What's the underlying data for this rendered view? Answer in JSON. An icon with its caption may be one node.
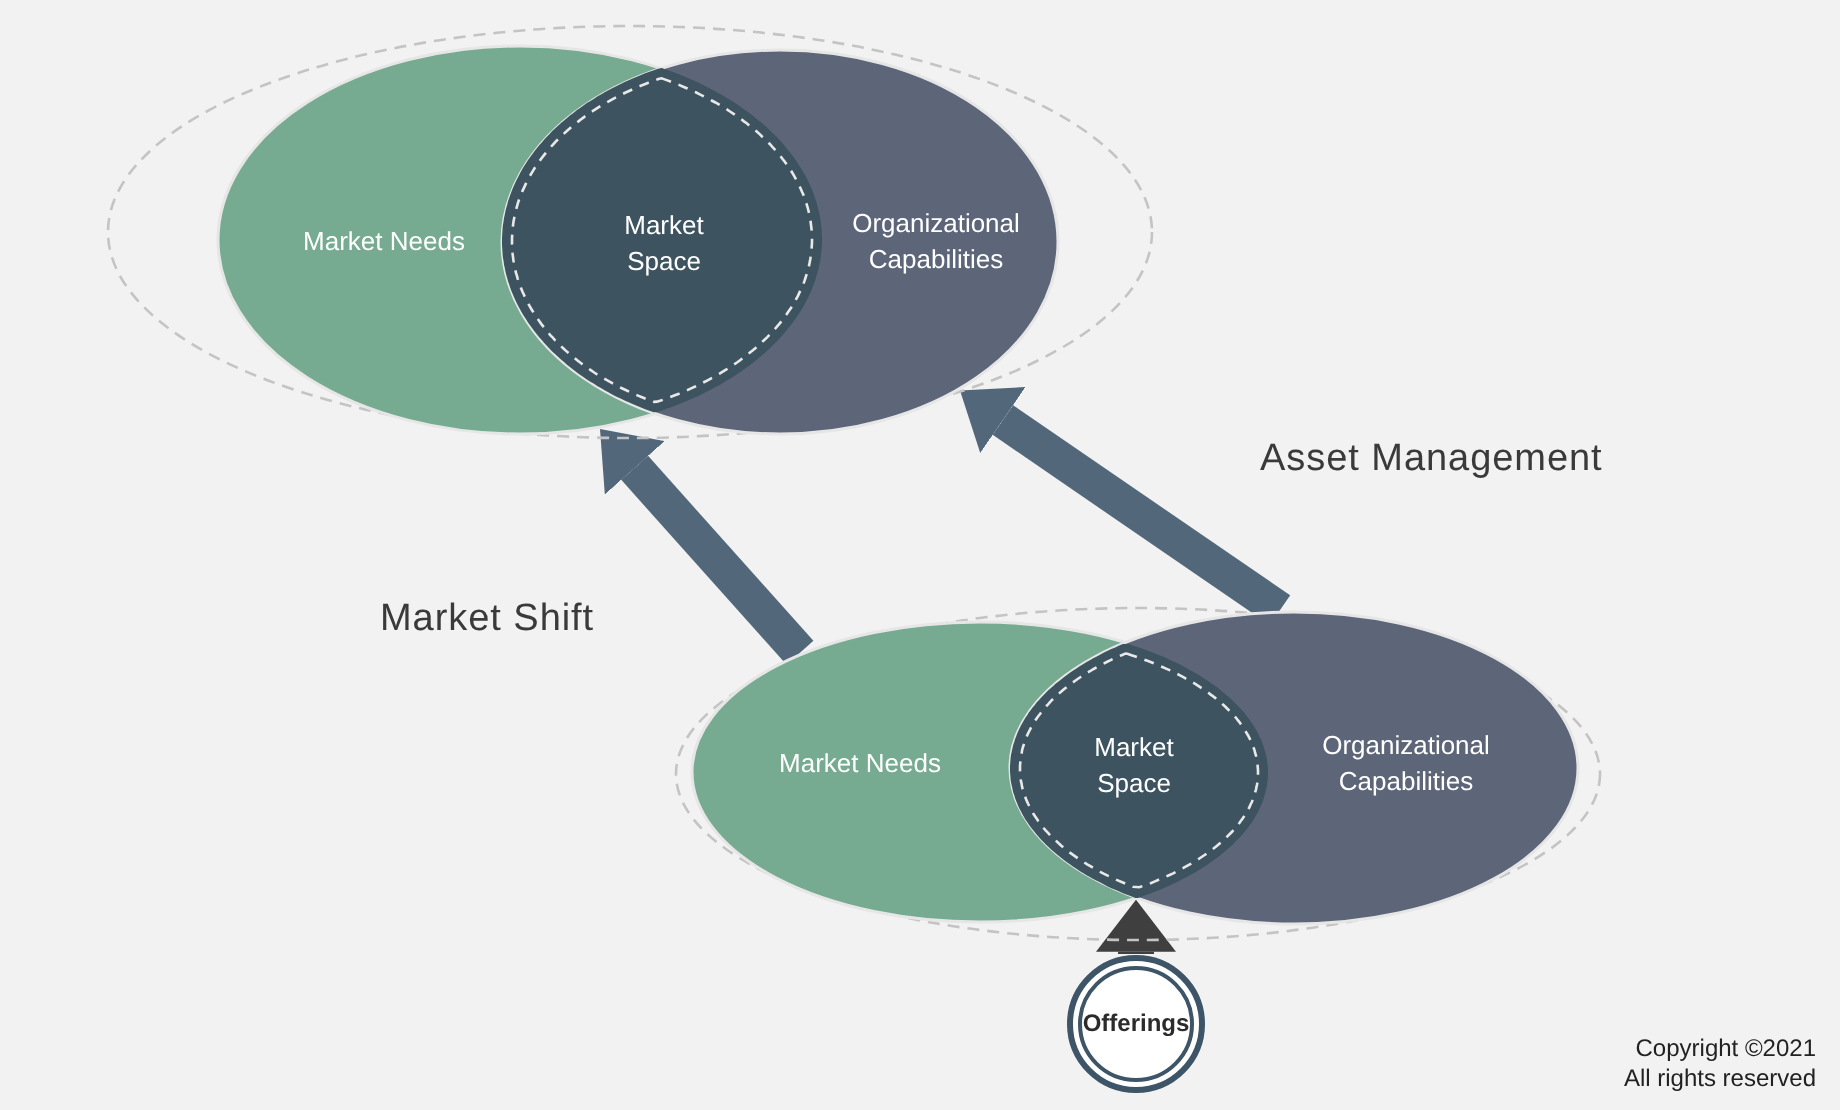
{
  "diagram": {
    "nodes": [
      {
        "text": [],
        "shape": "ellipse"
      },
      {
        "text": [
          "Market Needs"
        ],
        "in": 0
      },
      {
        "text": [
          "Market Space"
        ]
      },
      {
        "text": [
          "Organizational Capabilities"
        ],
        "in": 0
      },
      {
        "text": [],
        "shape": "ellipse"
      },
      {
        "text": [
          "Market Needs"
        ],
        "in": 4
      },
      {
        "text": [
          "Market Space"
        ]
      },
      {
        "text": [
          "Organizational Capabilities"
        ],
        "in": 4
      },
      {
        "text": [
          "Offerings"
        ]
      }
    ],
    "edges": [
      {
        "from": 5,
        "to": 1,
        "arrow": "to",
        "label": "Market Shift"
      },
      {
        "from": 7,
        "to": 3,
        "arrow": "to",
        "label": "Asset Management"
      },
      {
        "from": 8,
        "to": 6,
        "arrow": "to",
        "color": "#3f3f3f"
      }
    ],
    "labels": [
      "Copyright ©2021",
      "All rights reserved"
    ]
  }
}
